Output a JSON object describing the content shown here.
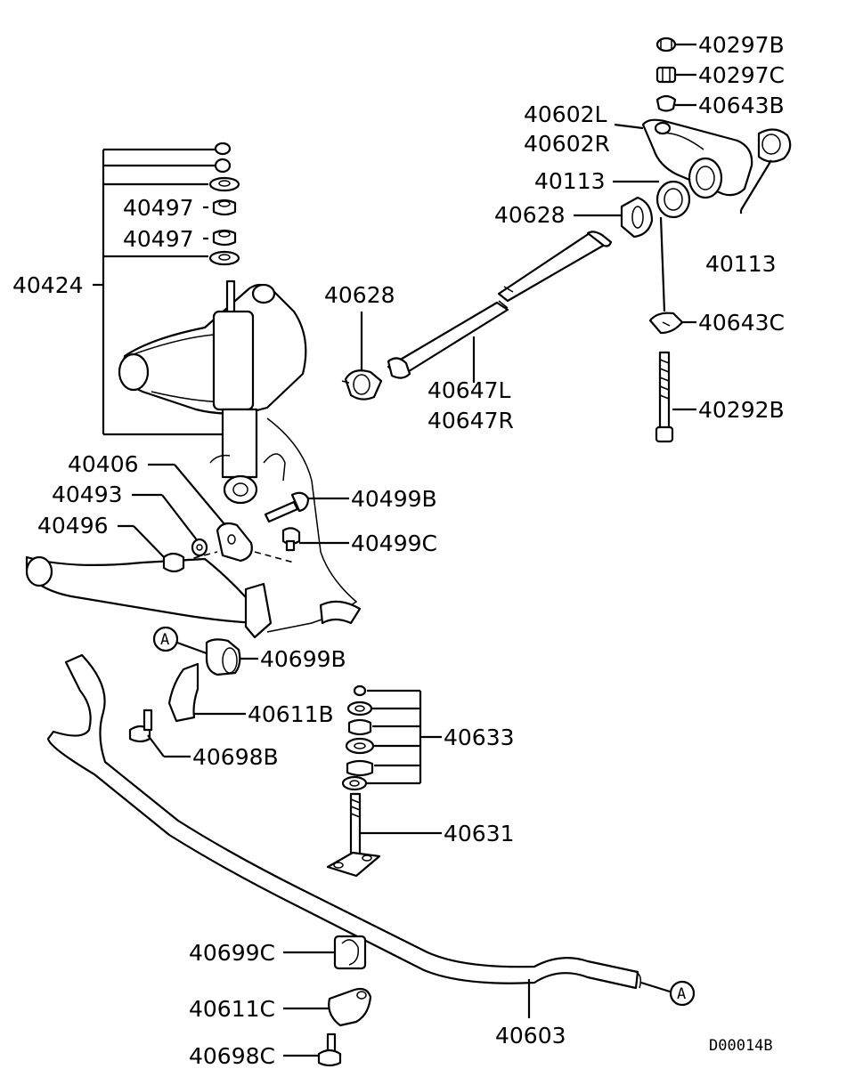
{
  "labels": {
    "p40297B": "40297B",
    "p40297C": "40297C",
    "p40643B": "40643B",
    "p40602L": "40602L",
    "p40602R": "40602R",
    "p40113a": "40113",
    "p40113b": "40113",
    "p40628a": "40628",
    "p40628b": "40628",
    "p40643C": "40643C",
    "p40292B": "40292B",
    "p40647L": "40647L",
    "p40647R": "40647R",
    "p40497a": "40497",
    "p40497b": "40497",
    "p40424": "40424",
    "p40406": "40406",
    "p40493": "40493",
    "p40496": "40496",
    "p40499B": "40499B",
    "p40499C": "40499C",
    "p40699B": "40699B",
    "p40611B": "40611B",
    "p40698B": "40698B",
    "p40633": "40633",
    "p40631": "40631",
    "p40699C": "40699C",
    "p40611C": "40611C",
    "p40698C": "40698C",
    "p40603": "40603"
  },
  "refs": {
    "ref_a_top": "A",
    "ref_a_bottom": "A"
  },
  "diagram_code": "D00014B"
}
